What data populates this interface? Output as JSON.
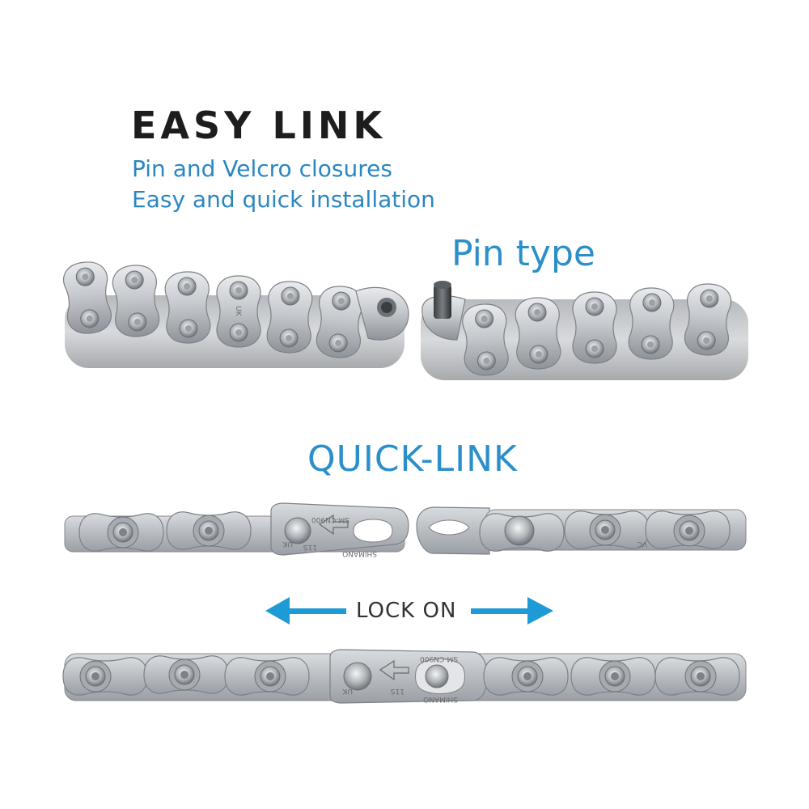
{
  "headline": "EASY LINK",
  "subtitle_lines": [
    "Pin and Velcro closures",
    "Easy and quick installation"
  ],
  "pin_type_label": "Pin type",
  "quick_link_label": "QUICK-LINK",
  "lock_on_label": "LOCK ON",
  "plate_markings": {
    "uk": "UK",
    "model": "SM-CN900",
    "speed": "11S",
    "brand": "SHIMANO",
    "vc": "VC"
  },
  "colors": {
    "accent_blue": "#2b8fc9",
    "arrow_blue": "#1e9ad6",
    "headline": "#1d1d1d",
    "chain_silver": "#c9ccd0"
  },
  "icons": {
    "arrow_left": "arrow-left-icon",
    "arrow_right": "arrow-right-icon"
  }
}
